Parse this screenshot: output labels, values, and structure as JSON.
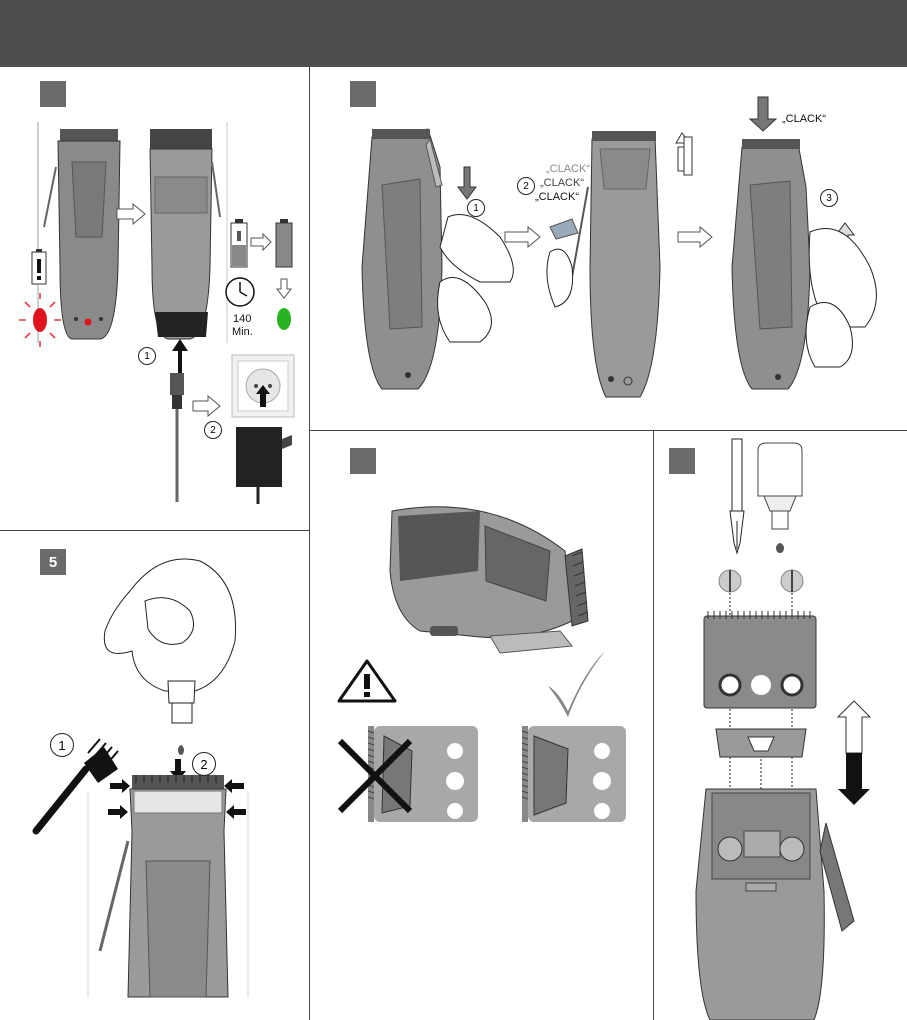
{
  "header": {
    "background": "#4e4e4e"
  },
  "panels": {
    "charging": {
      "step_badge": "",
      "callouts": [
        "1",
        "2"
      ],
      "charge_time_value": "140",
      "charge_time_unit": "Min.",
      "led_colors": {
        "charging": "#e0141e",
        "charged": "#27b31f"
      },
      "icons": [
        "battery-warning-icon",
        "battery-charging-icon",
        "battery-full-icon",
        "clock-icon",
        "wall-socket-icon",
        "power-adapter-icon"
      ]
    },
    "blade_removal": {
      "step_badge": "",
      "callouts": [
        "1",
        "2",
        "3"
      ],
      "clack_labels": [
        "„CLACK“",
        "„CLACK“",
        "„CLACK“"
      ],
      "clack_top": "„CLACK“"
    },
    "blade_alignment": {
      "step_badge": "",
      "icons": [
        "warning-triangle-icon",
        "cross-icon",
        "checkmark-icon"
      ]
    },
    "blade_adjustment": {
      "step_badge": "",
      "icons": [
        "screwdriver-icon",
        "oil-bottle-icon",
        "screw-icon",
        "up-down-arrow-icon"
      ]
    },
    "cleaning": {
      "step_badge": "5",
      "callouts": [
        "1",
        "2"
      ],
      "icons": [
        "cleaning-brush-icon",
        "oil-bottle-icon",
        "press-arrows-icon"
      ]
    }
  }
}
